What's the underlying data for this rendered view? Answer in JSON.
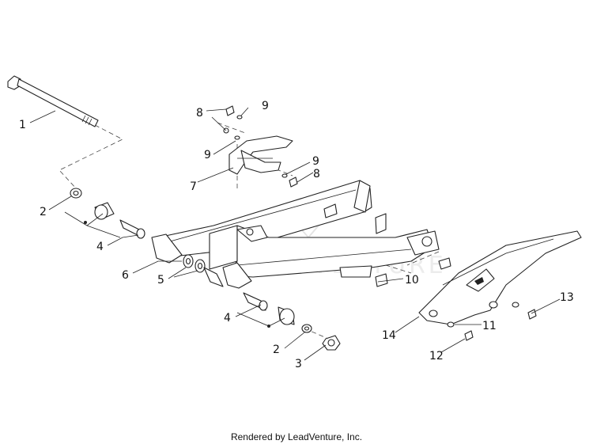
{
  "watermark": "LEADVENTURE",
  "footer": "Rendered by LeadVenture, Inc.",
  "callouts": [
    "1",
    "2",
    "2",
    "3",
    "4",
    "4",
    "5",
    "6",
    "7",
    "8",
    "8",
    "9",
    "9",
    "9",
    "10",
    "11",
    "12",
    "13",
    "14"
  ],
  "parts": [
    "axle-bolt",
    "washer",
    "washer",
    "nut",
    "bushing",
    "bushing",
    "seal",
    "swingarm",
    "chain-slider",
    "bolt",
    "bolt",
    "washer",
    "washer",
    "washer",
    "clip-nut",
    "washer",
    "bolt",
    "bolt",
    "chain-guard"
  ]
}
